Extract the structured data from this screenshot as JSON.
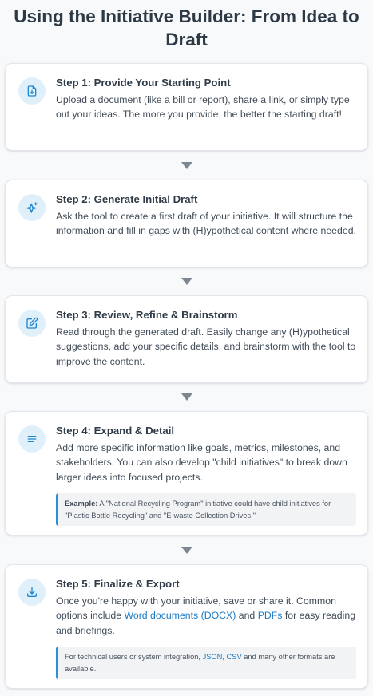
{
  "page": {
    "title": "Using the Initiative Builder: From Idea to Draft"
  },
  "steps": [
    {
      "title": "Step 1: Provide Your Starting Point",
      "icon": "document-arrow-icon",
      "description": "Upload a document (like a bill or report), share a link, or simply type out your ideas. The more you provide, the better the starting draft!"
    },
    {
      "title": "Step 2: Generate Initial Draft",
      "icon": "sparkle-icon",
      "description": "Ask the tool to create a first draft of your initiative. It will structure the information and fill in gaps with (H)ypothetical content where needed."
    },
    {
      "title": "Step 3: Review, Refine & Brainstorm",
      "icon": "edit-pencil-icon",
      "description": "Read through the generated draft. Easily change any (H)ypothetical suggestions, add your specific details, and brainstorm with the tool to improve the content."
    },
    {
      "title": "Step 4: Expand & Detail",
      "icon": "lines-icon",
      "description": "Add more specific information like goals, metrics, milestones, and stakeholders. You can also develop \"child initiatives\" to break down larger ideas into focused projects.",
      "note_label": "Example:",
      "note_text": " A \"National Recycling Program\" initiative could have child initiatives for \"Plastic Bottle Recycling\" and \"E-waste Collection Drives.\""
    },
    {
      "title": "Step 5: Finalize & Export",
      "icon": "download-icon",
      "description_before": "Once you're happy with your initiative, save or share it. Common options include ",
      "link_docx": "Word documents (DOCX)",
      "description_middle": " and ",
      "link_pdf": "PDFs",
      "description_after": " for easy reading and briefings.",
      "note_before": "For technical users or system integration, ",
      "note_json": "JSON",
      "note_sep": ", ",
      "note_csv": "CSV",
      "note_after": " and many other formats are available."
    }
  ],
  "colors": {
    "accent": "#2b8fd6",
    "link": "#1d7bc4",
    "icon_bg": "#e0f0fb",
    "arrow": "#7d8791"
  }
}
